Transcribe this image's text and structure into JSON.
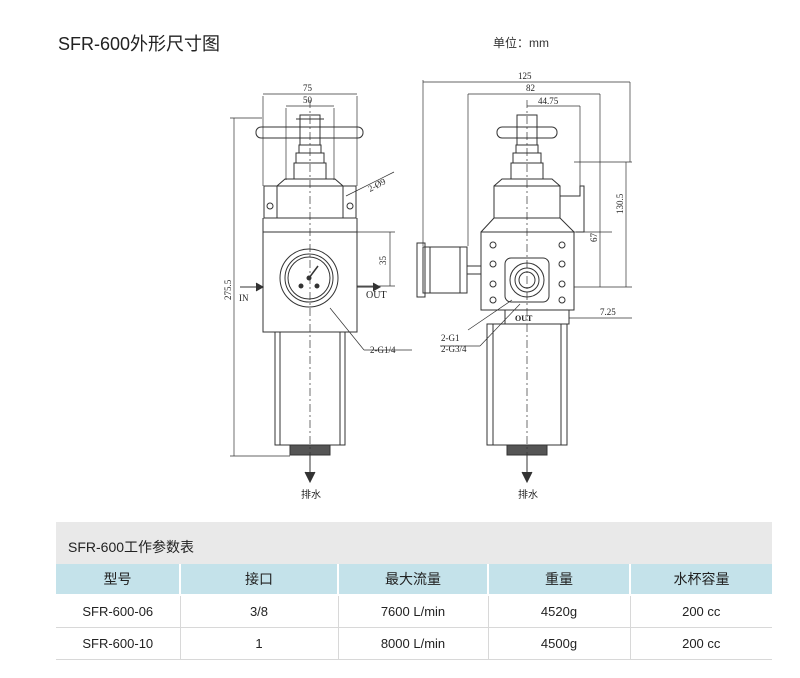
{
  "title": "SFR-600外形尺寸图",
  "unit_label": "单位：mm",
  "drawing": {
    "left_dims": {
      "width_outer": "75",
      "width_inner": "50",
      "thread_top": "2-Ø9",
      "port_height": "35",
      "total_height": "275.5"
    },
    "left_labels": {
      "in": "IN",
      "out": "OUT",
      "port_thread": "2-G1/4",
      "drain": "排水"
    },
    "right_dims": {
      "total_width": "125",
      "width_82": "82",
      "width_4475": "44.75",
      "height_1305": "130.5",
      "height_67": "67",
      "offset_725": "7.25"
    },
    "right_labels": {
      "out": "OUT",
      "port_g1": "2-G1",
      "port_g34": "2-G3/4",
      "drain": "排水"
    }
  },
  "table": {
    "caption": "SFR-600工作参数表",
    "headers": [
      "型号",
      "接口",
      "最大流量",
      "重量",
      "水杯容量"
    ],
    "rows": [
      [
        "SFR-600-06",
        "3/8",
        "7600 L/min",
        "4520g",
        "200 cc"
      ],
      [
        "SFR-600-10",
        "1",
        "8000 L/min",
        "4500g",
        "200 cc"
      ]
    ]
  }
}
